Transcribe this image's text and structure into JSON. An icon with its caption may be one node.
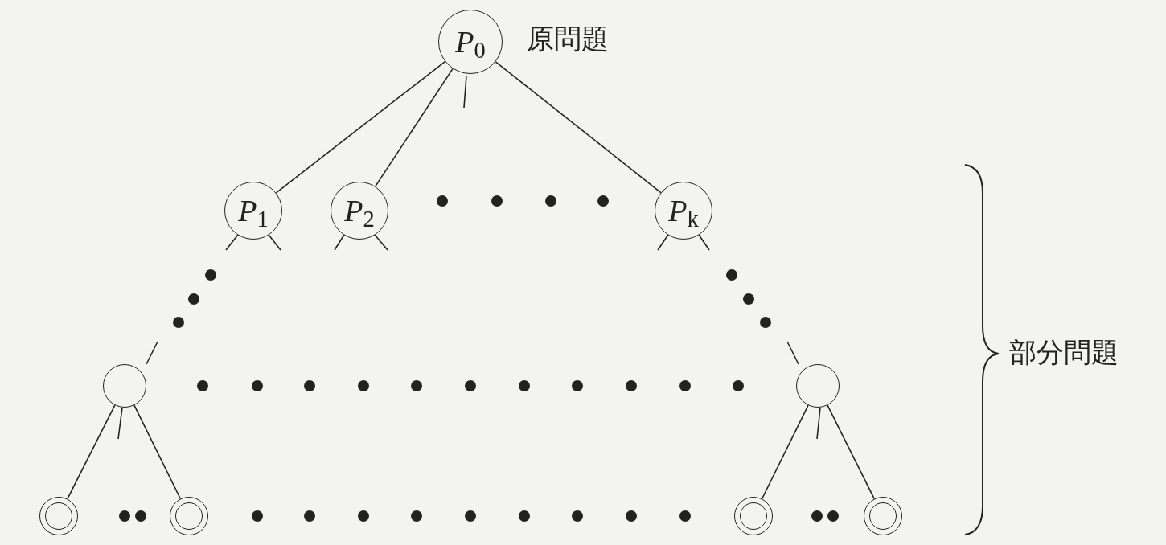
{
  "diagram": {
    "nodes": [
      {
        "text": [
          "*P*$_{0}$"
        ],
        "beside": [
          "原問題"
        ]
      },
      {
        "text": [
          "*P*$_{1}$"
        ]
      },
      {
        "text": [
          "*P*$_{2}$"
        ]
      },
      {
        "text": [
          "*P*$_{k}$"
        ]
      },
      {
        "text": [],
        "shape": "circle"
      },
      {
        "text": [],
        "shape": "circle"
      },
      {
        "text": [],
        "shape": "circle"
      },
      {
        "text": [],
        "shape": "circle"
      },
      {
        "text": [],
        "shape": "circle"
      },
      {
        "text": [],
        "shape": "circle"
      }
    ],
    "edges": [
      {
        "from": 0,
        "to": 1,
        "arrow": "none"
      },
      {
        "from": 0,
        "to": 2,
        "arrow": "none"
      },
      {
        "from": 0,
        "to": 3,
        "arrow": "none"
      },
      {
        "from": 4,
        "to": 6,
        "arrow": "none"
      },
      {
        "from": 4,
        "to": 7,
        "arrow": "none"
      },
      {
        "from": 5,
        "to": 8,
        "arrow": "none"
      },
      {
        "from": 5,
        "to": 9,
        "arrow": "none"
      }
    ],
    "labels": [
      "部分問題"
    ]
  }
}
